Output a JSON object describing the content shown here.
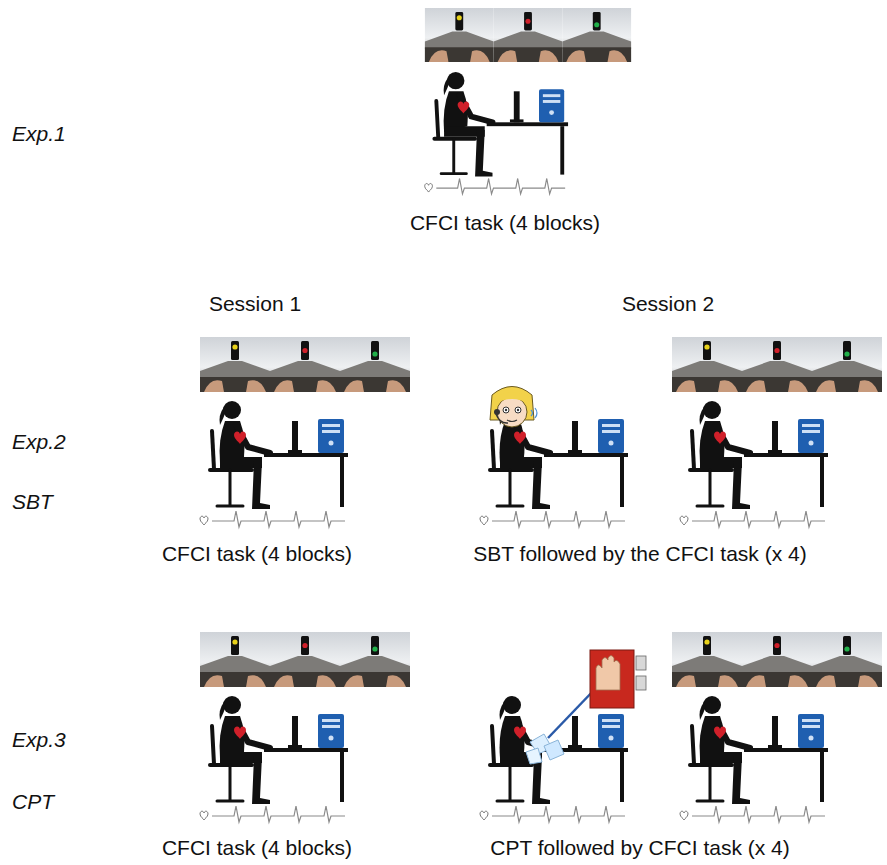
{
  "diagram": {
    "labels": [
      "Exp.1",
      "CFCI task (4 blocks)",
      "Session 1",
      "Session 2",
      "Exp.2",
      "SBT",
      "CFCI task (4 blocks)",
      "SBT followed by the CFCI task (x 4)",
      "Exp.3",
      "CPT",
      "CFCI task (4 blocks)",
      "CPT followed by CFCI task (x 4)"
    ]
  }
}
